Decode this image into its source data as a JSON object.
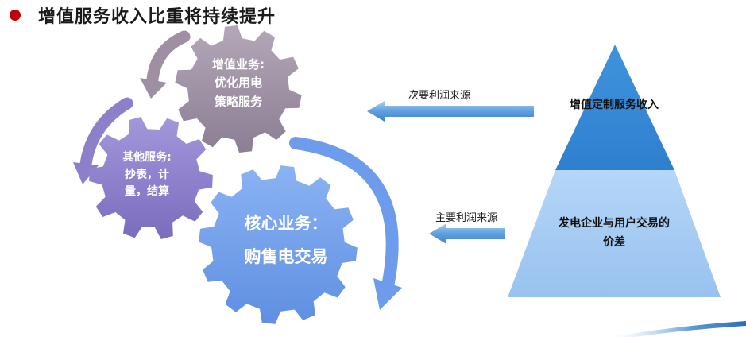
{
  "title": "增值服务收入比重将持续提升",
  "gears": {
    "top": {
      "line1": "增值业务:",
      "line2": "优化用电",
      "line3": "策略服务"
    },
    "middle": {
      "line1": "其他服务:",
      "line2": "抄表，计",
      "line3": "量，结算"
    },
    "core": {
      "line1": "核心业务：",
      "line2": "购售电交易"
    }
  },
  "arrows": {
    "secondary": "次要利润来源",
    "main": "主要利润来源"
  },
  "pyramid": {
    "top": "增值定制服务收入",
    "bottom_line1": "发电企业与用户交易的",
    "bottom_line2": "价差"
  },
  "colors": {
    "title_bullet": "#c0000c",
    "gear_top": "#9e8fa3",
    "gear_middle": "#8d7fc9",
    "gear_core": "#6e9cec",
    "pyramid_top": "#3c8fd8",
    "pyramid_bottom": "#a8cdf5",
    "arrow": "#6aa8e6"
  }
}
